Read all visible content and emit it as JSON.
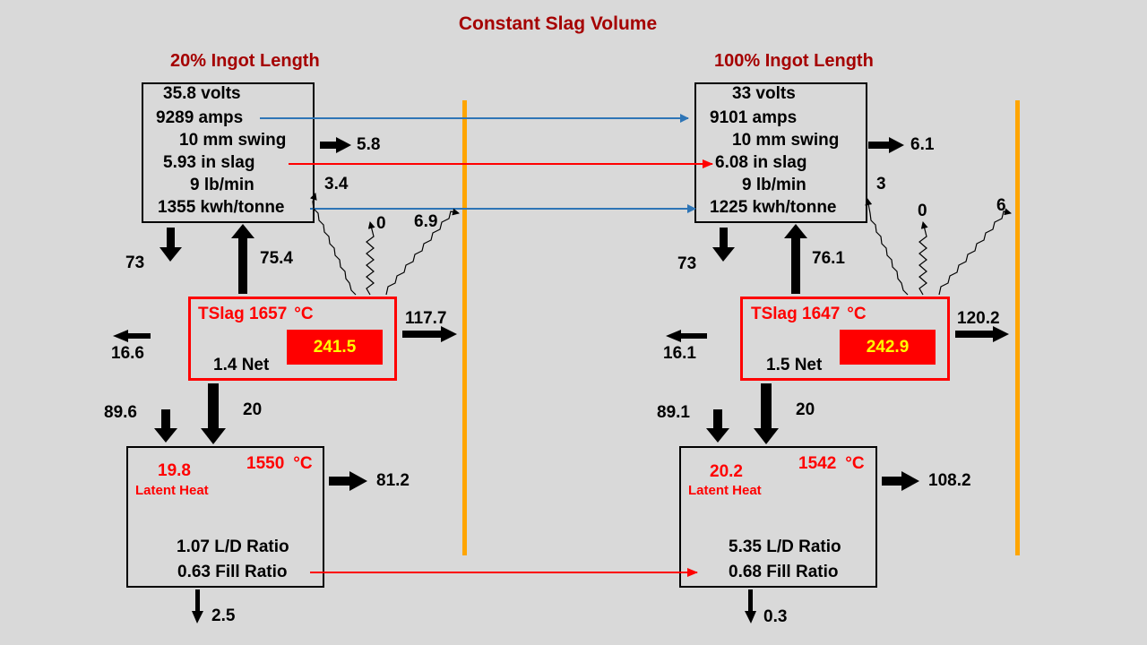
{
  "title": "Constant Slag Volume",
  "colors": {
    "background": "#d9d9d9",
    "heading": "#a50000",
    "red": "#ff0000",
    "blue": "#2e75b6",
    "orange": "#ffa500",
    "yellow": "#ffff00"
  },
  "left": {
    "heading": "20% Ingot Length",
    "params": [
      "35.8 volts",
      "9289 amps",
      "10 mm swing",
      "5.93 in slag",
      "9 lb/min",
      "1355 kwh/tonne"
    ],
    "swing_loss": "5.8",
    "radiation": [
      "3.4",
      "0",
      "6.9"
    ],
    "down_out": "73",
    "up_in": "75.4",
    "slag_label": "TSlag 1657",
    "slag_unit": "°C",
    "slag_value": "241.5",
    "net": "1.4 Net",
    "slag_right": "117.7",
    "slag_left": "16.6",
    "ingot_in_left": "89.6",
    "ingot_in_right": "20",
    "latent_value": "19.8",
    "latent_label": "Latent Heat",
    "ingot_temp": "1550",
    "ingot_unit": "°C",
    "ingot_right": "81.2",
    "ld_ratio": "1.07 L/D Ratio",
    "fill_ratio": "0.63 Fill Ratio",
    "bottom": "2.5"
  },
  "right": {
    "heading": "100% Ingot Length",
    "params": [
      "33 volts",
      "9101 amps",
      "10 mm swing",
      "6.08 in slag",
      "9 lb/min",
      "1225 kwh/tonne"
    ],
    "swing_loss": "6.1",
    "radiation": [
      "3",
      "0",
      "6"
    ],
    "down_out": "73",
    "up_in": "76.1",
    "slag_label": "TSlag 1647",
    "slag_unit": "°C",
    "slag_value": "242.9",
    "net": "1.5 Net",
    "slag_right": "120.2",
    "slag_left": "16.1",
    "ingot_in_left": "89.1",
    "ingot_in_right": "20",
    "latent_value": "20.2",
    "latent_label": "Latent Heat",
    "ingot_temp": "1542",
    "ingot_unit": "°C",
    "ingot_right": "108.2",
    "ld_ratio": "5.35 L/D Ratio",
    "fill_ratio": "0.68 Fill Ratio",
    "bottom": "0.3"
  }
}
